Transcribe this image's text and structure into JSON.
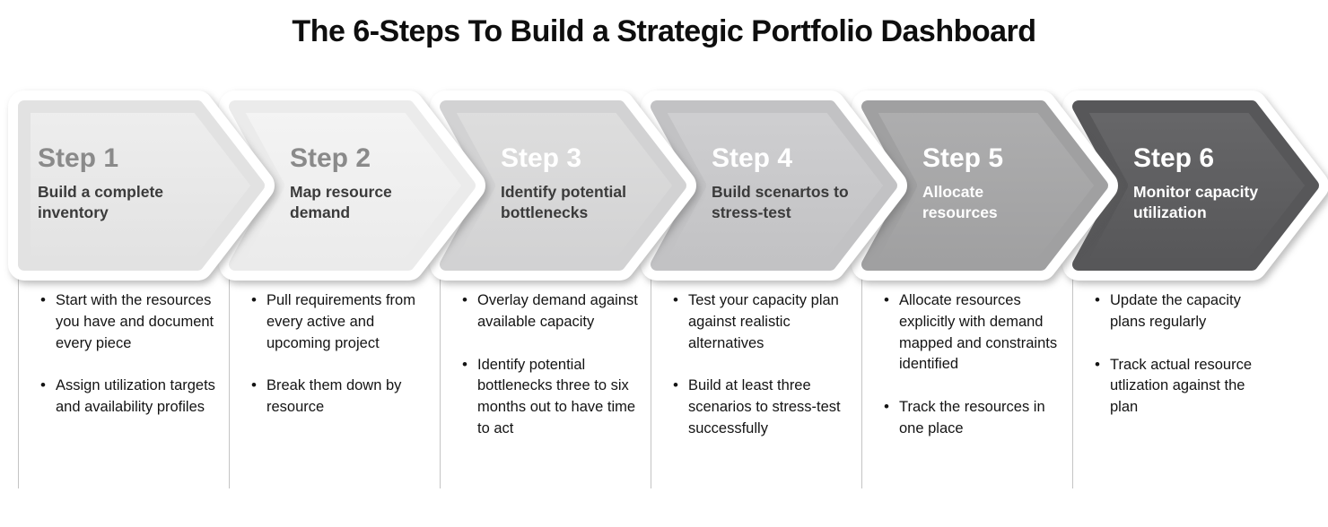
{
  "title": "The 6-Steps To Build a Strategic Portfolio Dashboard",
  "steps": [
    {
      "label": "Step 1",
      "subtitle": "Build a complete\ninventory",
      "bullets": [
        "Start with the resources you have and document every piece",
        "Assign utilization targets and availability profiles"
      ],
      "colors": {
        "fill": "#e2e2e2",
        "fill_light": "#eeeeee",
        "title": "#8a8a8a",
        "subtitle": "#3b3b3b"
      }
    },
    {
      "label": "Step 2",
      "subtitle": "Map resource\ndemand",
      "bullets": [
        "Pull requirements from every active and upcoming project",
        "Break them down by resource"
      ],
      "colors": {
        "fill": "#ebebeb",
        "fill_light": "#f4f4f4",
        "title": "#8a8a8a",
        "subtitle": "#3b3b3b"
      }
    },
    {
      "label": "Step 3",
      "subtitle": "Identify potential\nbottlenecks",
      "bullets": [
        "Overlay demand against available capacity",
        "Identify potential bottlenecks three to six months out to have time to act"
      ],
      "colors": {
        "fill": "#d2d2d3",
        "fill_light": "#dedede",
        "title": "#ffffff",
        "subtitle": "#3b3b3b"
      }
    },
    {
      "label": "Step 4",
      "subtitle": "Build scenartos to\nstress-test",
      "bullets": [
        "Test your capacity plan against realistic alternatives",
        "Build at least three scenarios to stress-test successfully"
      ],
      "colors": {
        "fill": "#c2c2c4",
        "fill_light": "#cfcfd1",
        "title": "#ffffff",
        "subtitle": "#3b3b3b"
      }
    },
    {
      "label": "Step 5",
      "subtitle": "Allocate\nresources",
      "bullets": [
        "Allocate resources explicitly with demand mapped and constraints identified",
        "Track the resources in one place"
      ],
      "colors": {
        "fill": "#a0a0a1",
        "fill_light": "#aeaeaf",
        "title": "#ffffff",
        "subtitle": "#ffffff"
      }
    },
    {
      "label": "Step 6",
      "subtitle": "Monitor capacity\nutilization",
      "bullets": [
        "Update the capacity plans regularly",
        "Track actual resource utlization against the plan"
      ],
      "colors": {
        "fill": "#575759",
        "fill_light": "#676769",
        "title": "#ffffff",
        "subtitle": "#ffffff"
      }
    }
  ]
}
